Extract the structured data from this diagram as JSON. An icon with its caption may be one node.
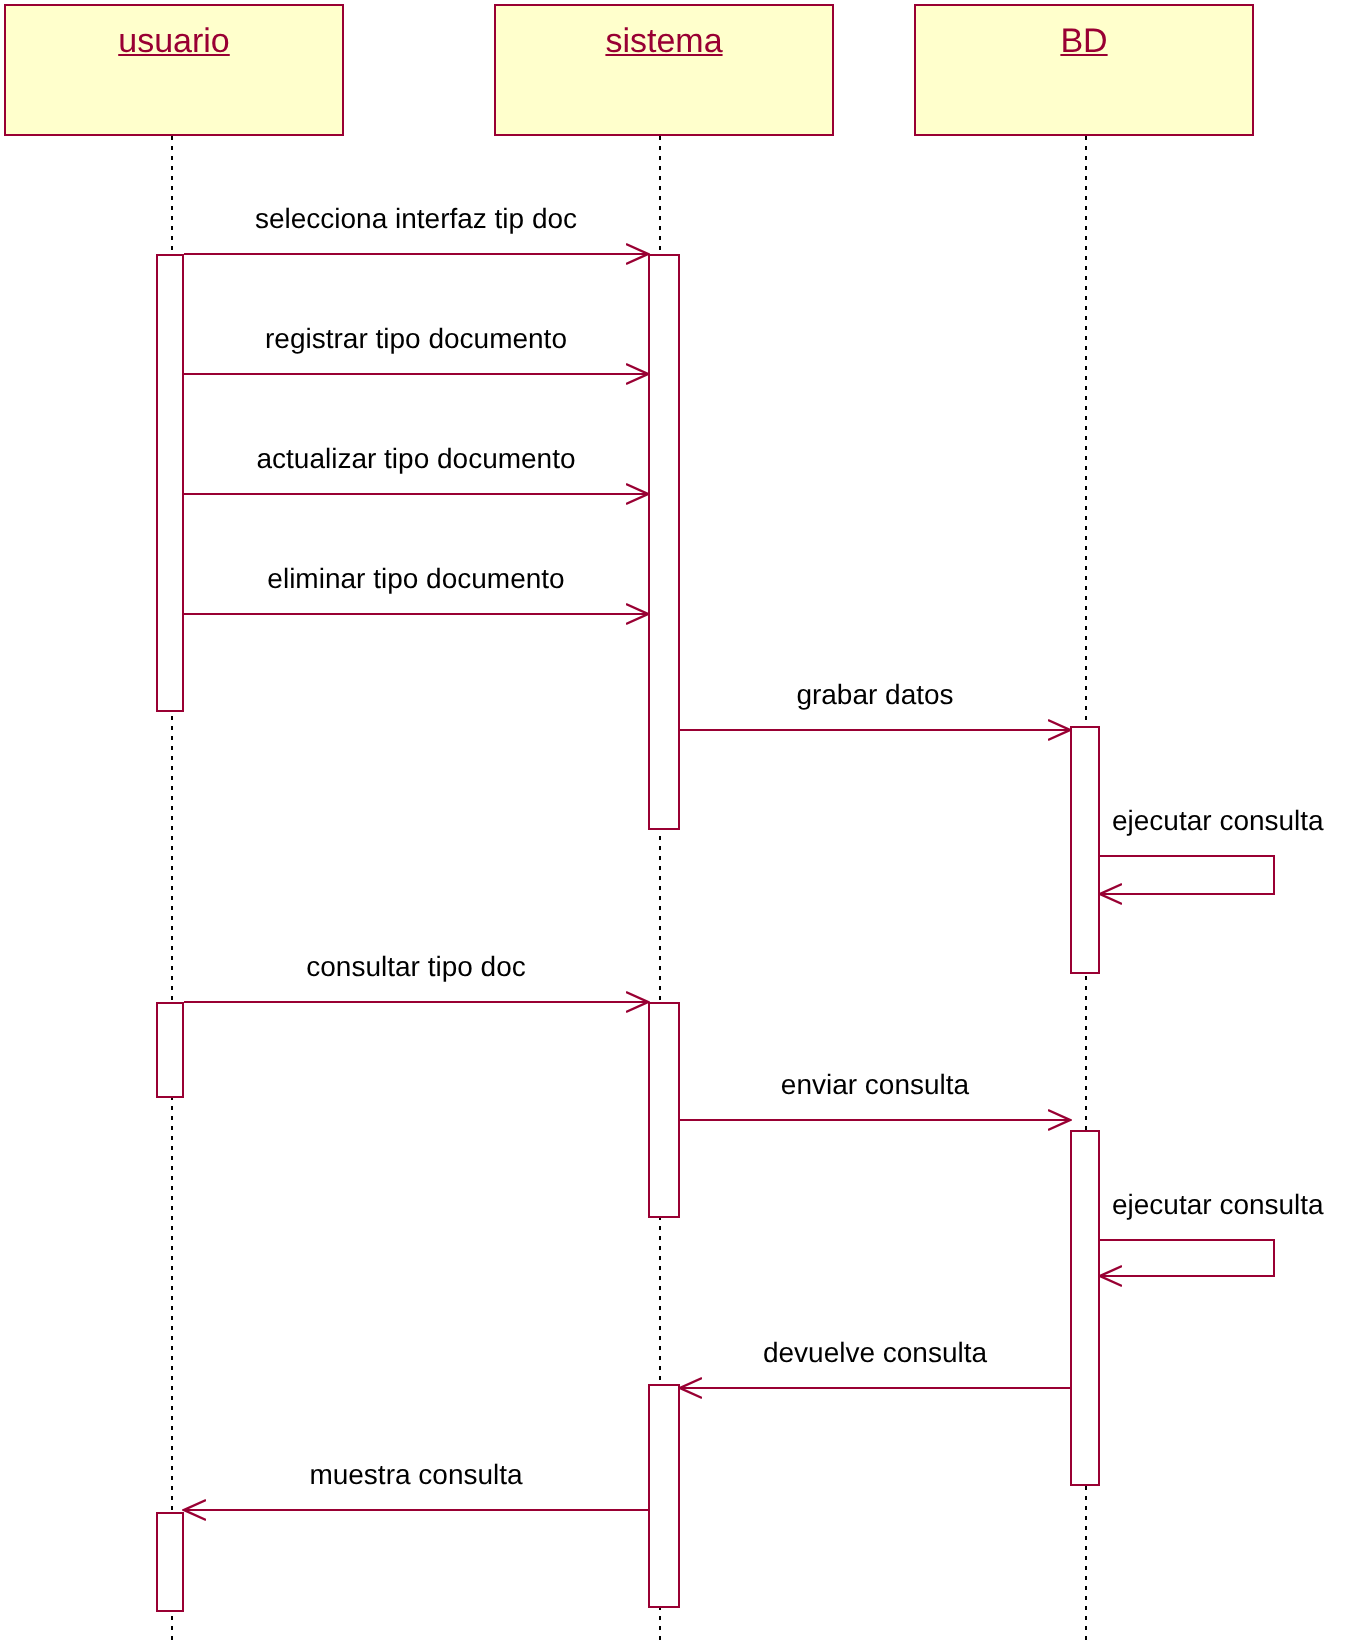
{
  "diagram": {
    "nodes": [
      {
        "text": [
          "usuario"
        ]
      },
      {
        "text": [
          "sistema"
        ]
      },
      {
        "text": [
          "BD"
        ]
      },
      {
        "text": [],
        "shape": "bar"
      },
      {
        "text": [],
        "shape": "bar"
      },
      {
        "text": [],
        "shape": "bar"
      },
      {
        "text": [],
        "shape": "bar"
      },
      {
        "text": [],
        "shape": "bar"
      },
      {
        "text": [],
        "shape": "bar"
      },
      {
        "text": [],
        "shape": "bar"
      },
      {
        "text": [],
        "shape": "bar"
      }
    ],
    "edges": [
      {
        "from": 3,
        "to": 4,
        "arrow": "to",
        "label": "selecciona interfaz tip doc"
      },
      {
        "from": 3,
        "to": 4,
        "arrow": "to",
        "label": "registrar tipo documento"
      },
      {
        "from": 3,
        "to": 4,
        "arrow": "to",
        "label": "actualizar tipo documento"
      },
      {
        "from": 3,
        "to": 4,
        "arrow": "to",
        "label": "eliminar tipo documento"
      },
      {
        "from": 4,
        "to": 5,
        "arrow": "to",
        "label": "grabar datos"
      },
      {
        "from": 5,
        "to": 5,
        "arrow": "to",
        "label": "ejecutar consulta"
      },
      {
        "from": 6,
        "to": 7,
        "arrow": "to",
        "label": "consultar tipo doc"
      },
      {
        "from": 7,
        "to": 8,
        "arrow": "to",
        "label": "enviar consulta"
      },
      {
        "from": 8,
        "to": 8,
        "arrow": "to",
        "label": "ejecutar consulta"
      },
      {
        "from": 8,
        "to": 9,
        "arrow": "to",
        "label": "devuelve consulta"
      },
      {
        "from": 9,
        "to": 10,
        "arrow": "to",
        "label": "muestra consulta"
      }
    ]
  }
}
